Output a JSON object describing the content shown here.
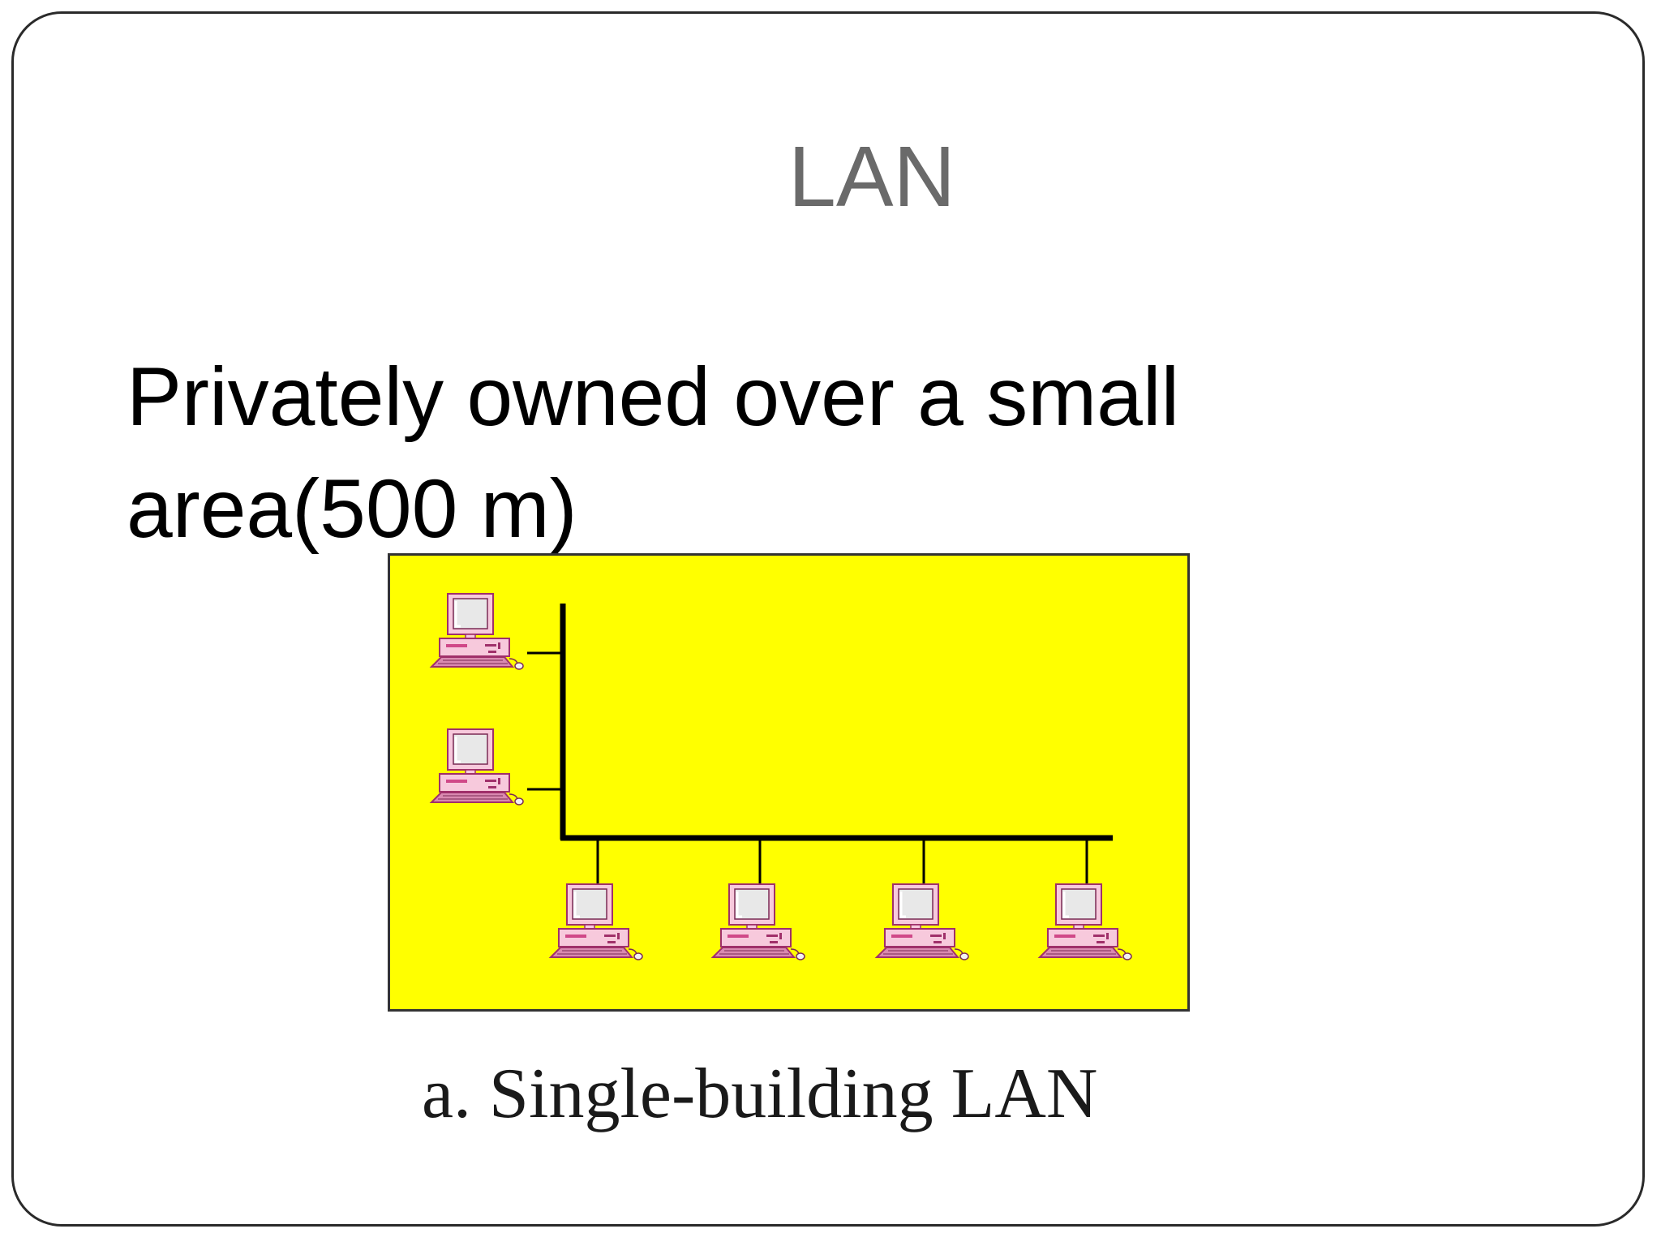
{
  "slide": {
    "title": "LAN",
    "body_lines": [
      "Privately owned over a small",
      "area(500 m)"
    ]
  },
  "diagram": {
    "background_color": "#ffff00",
    "computer_colors": {
      "case": "#f7c9dc",
      "outline": "#a0306a",
      "screen": "#e8e8e8",
      "keyboard": "#d98ab0"
    },
    "caption": "a. Single-building LAN",
    "computers": [
      {
        "name": "computer-1",
        "connection": "left-bus"
      },
      {
        "name": "computer-2",
        "connection": "left-bus"
      },
      {
        "name": "computer-3",
        "connection": "bottom-bus"
      },
      {
        "name": "computer-4",
        "connection": "bottom-bus"
      },
      {
        "name": "computer-5",
        "connection": "bottom-bus"
      },
      {
        "name": "computer-6",
        "connection": "bottom-bus"
      }
    ]
  }
}
